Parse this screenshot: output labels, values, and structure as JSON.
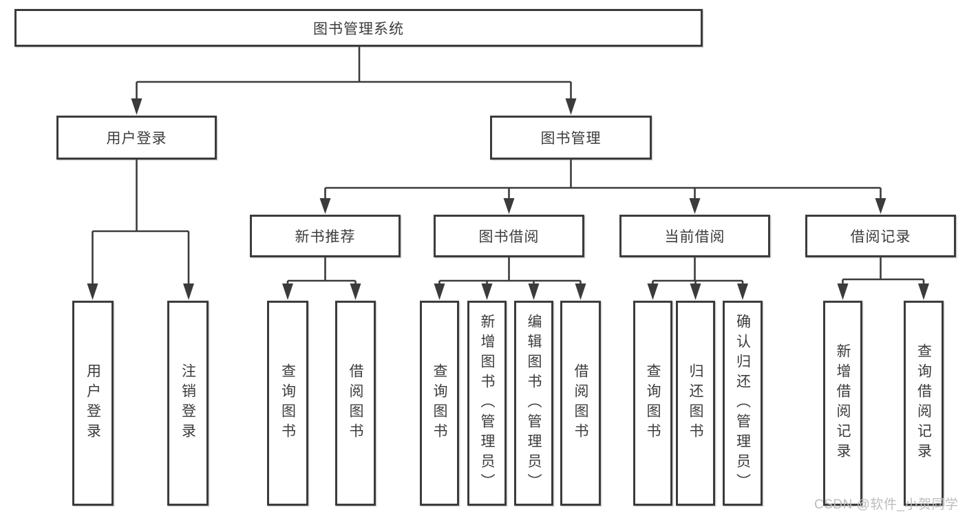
{
  "colors": {
    "line": "#3a3b3d",
    "text": "#3c3c3c",
    "background": "#ffffff",
    "watermark_color": "#bcbcbc"
  },
  "tree": {
    "root": "图书管理系统",
    "level1": [
      "用户登录",
      "图书管理"
    ],
    "level2": [
      "新书推荐",
      "图书借阅",
      "当前借阅",
      "借阅记录"
    ],
    "leaves": [
      "用户登录",
      "注销登录",
      "查询图书",
      "借阅图书",
      "查询图书",
      "新增图书（管理员）",
      "编辑图书（管理员）",
      "借阅图书",
      "查询图书",
      "归还图书",
      "确认归还（管理员）",
      "新增借阅记录",
      "查询借阅记录"
    ]
  },
  "watermark": "CSDN @软件_小贺同学"
}
